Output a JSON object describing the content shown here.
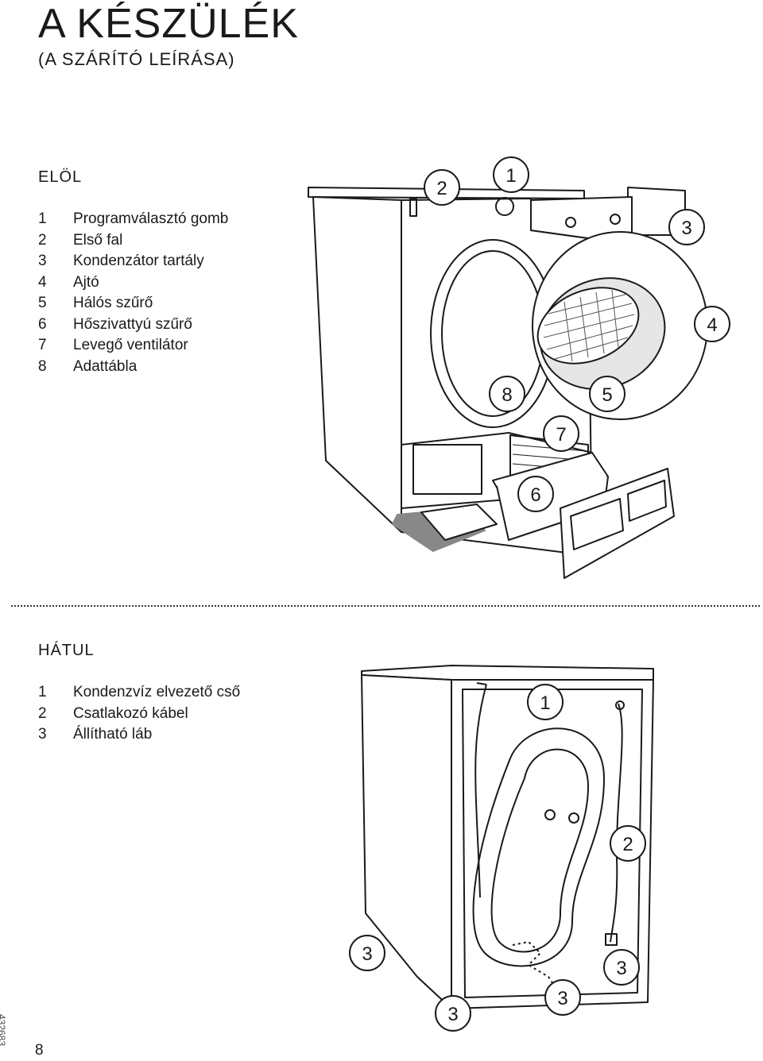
{
  "header": {
    "title": "A KÉSZÜLÉK",
    "subtitle": "(A SZÁRÍTÓ LEÍRÁSA)"
  },
  "front": {
    "heading": "ELÖL",
    "items": [
      {
        "num": "1",
        "label": "Programválasztó gomb"
      },
      {
        "num": "2",
        "label": "Első fal"
      },
      {
        "num": "3",
        "label": "Kondenzátor tartály"
      },
      {
        "num": "4",
        "label": "Ajtó"
      },
      {
        "num": "5",
        "label": "Hálós szűrő"
      },
      {
        "num": "6",
        "label": "Hőszivattyú szűrő"
      },
      {
        "num": "7",
        "label": "Levegő ventilátor"
      },
      {
        "num": "8",
        "label": "Adattábla"
      }
    ],
    "callouts": [
      "1",
      "2",
      "3",
      "4",
      "5",
      "6",
      "7",
      "8"
    ]
  },
  "back": {
    "heading": "HÁTUL",
    "items": [
      {
        "num": "1",
        "label": "Kondenzvíz elvezető cső"
      },
      {
        "num": "2",
        "label": "Csatlakozó kábel"
      },
      {
        "num": "3",
        "label": "Állítható láb"
      }
    ],
    "callouts": [
      "1",
      "2",
      "3",
      "3",
      "3",
      "3"
    ]
  },
  "footer": {
    "page_number": "8",
    "doc_code": "432683"
  }
}
